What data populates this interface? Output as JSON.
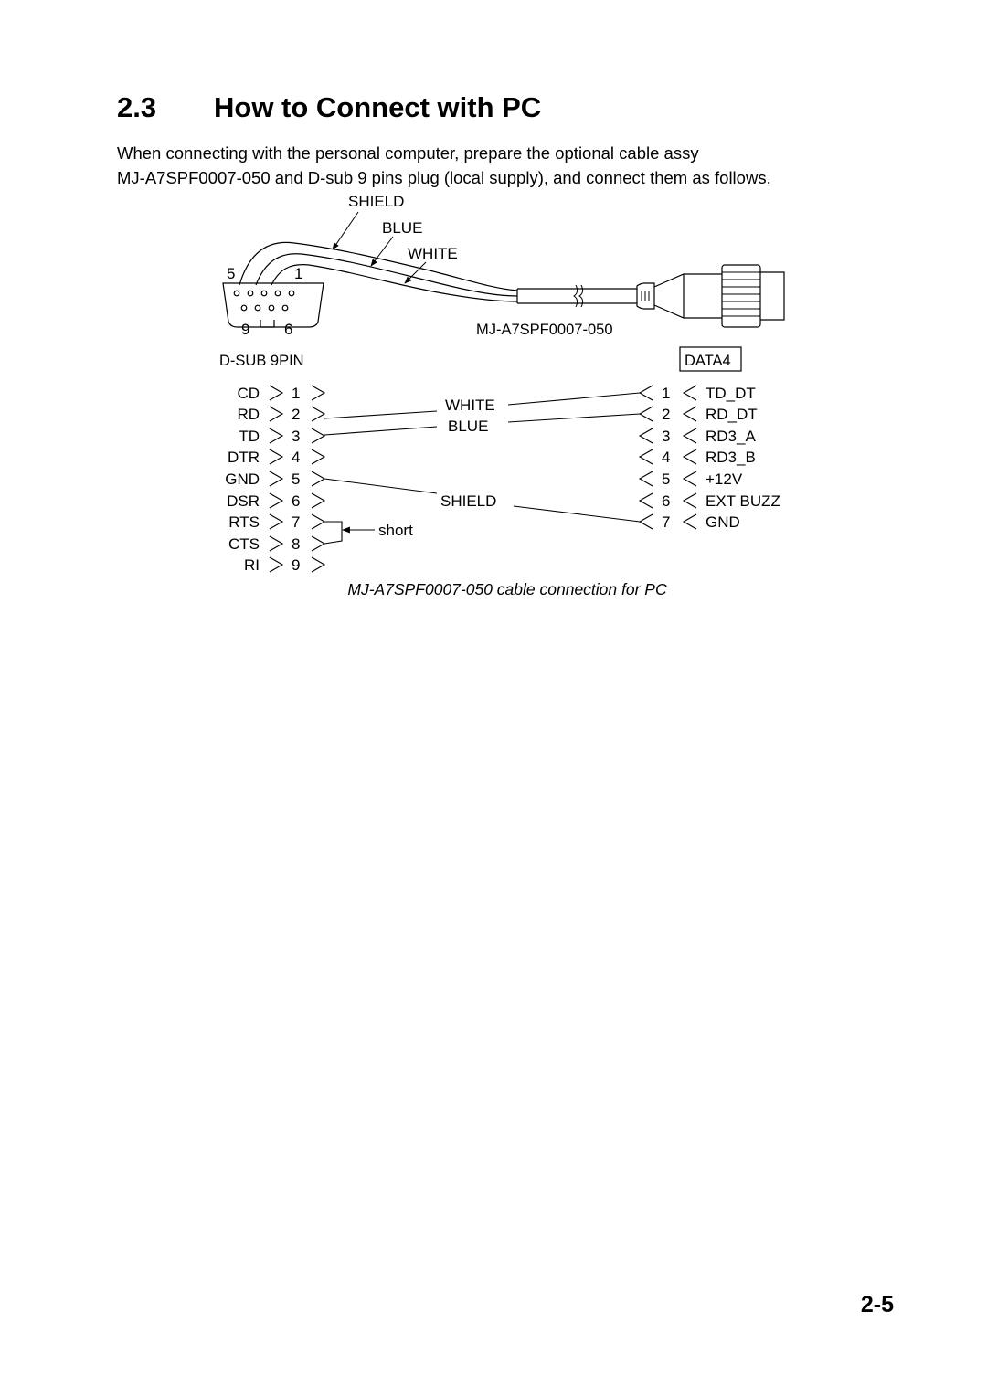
{
  "section": {
    "number": "2.3",
    "title": "How to Connect with PC"
  },
  "intro": {
    "line1": "When connecting with the personal computer, prepare the optional cable assy",
    "line2": "MJ-A7SPF0007-050 and D-sub 9 pins plug (local supply), and connect them as follows."
  },
  "cable_figure": {
    "shield_label": "SHIELD",
    "blue_label": "BLUE",
    "white_label": "WHITE",
    "pin_5": "5",
    "pin_1": "1",
    "pin_9": "9",
    "pin_6": "6",
    "cable_name": "MJ-A7SPF0007-050"
  },
  "wiring": {
    "left_title": "D-SUB 9PIN",
    "right_title": "DATA4",
    "left_pins": [
      {
        "name": "CD",
        "num": "1"
      },
      {
        "name": "RD",
        "num": "2"
      },
      {
        "name": "TD",
        "num": "3"
      },
      {
        "name": "DTR",
        "num": "4"
      },
      {
        "name": "GND",
        "num": "5"
      },
      {
        "name": "DSR",
        "num": "6"
      },
      {
        "name": "RTS",
        "num": "7"
      },
      {
        "name": "CTS",
        "num": "8"
      },
      {
        "name": "RI",
        "num": "9"
      }
    ],
    "right_pins": [
      {
        "num": "1",
        "name": "TD_DT"
      },
      {
        "num": "2",
        "name": "RD_DT"
      },
      {
        "num": "3",
        "name": "RD3_A"
      },
      {
        "num": "4",
        "name": "RD3_B"
      },
      {
        "num": "5",
        "name": "+12V"
      },
      {
        "num": "6",
        "name": "EXT BUZZ"
      },
      {
        "num": "7",
        "name": "GND"
      }
    ],
    "wire_white": "WHITE",
    "wire_blue": "BLUE",
    "wire_shield": "SHIELD",
    "short_label": "short"
  },
  "caption": "MJ-A7SPF0007-050 cable connection for PC",
  "page_number": "2-5"
}
